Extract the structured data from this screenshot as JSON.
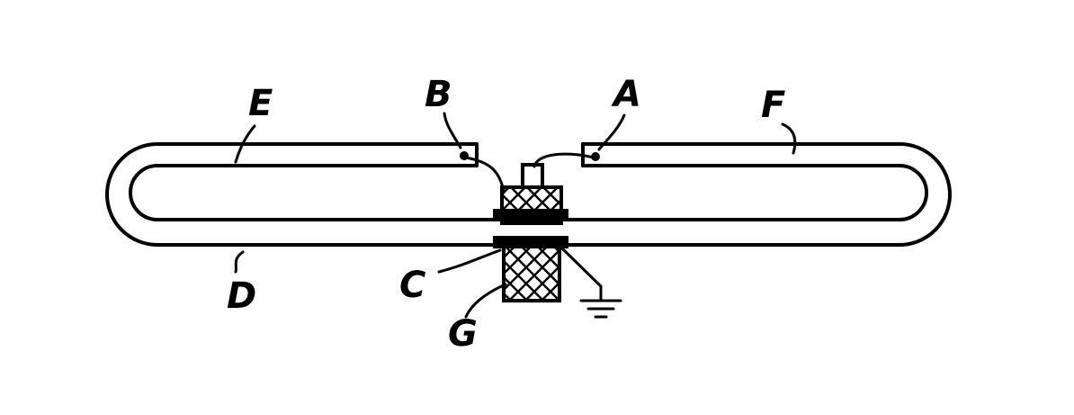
{
  "labels": {
    "a": "A",
    "b": "B",
    "c": "C",
    "d": "D",
    "e": "E",
    "f": "F",
    "g": "G"
  },
  "colors": {
    "ink": "#000000",
    "paper": "#ffffff"
  },
  "icons": {
    "ground": "ground-symbol-icon",
    "terminal": "terminal-dot-icon"
  }
}
